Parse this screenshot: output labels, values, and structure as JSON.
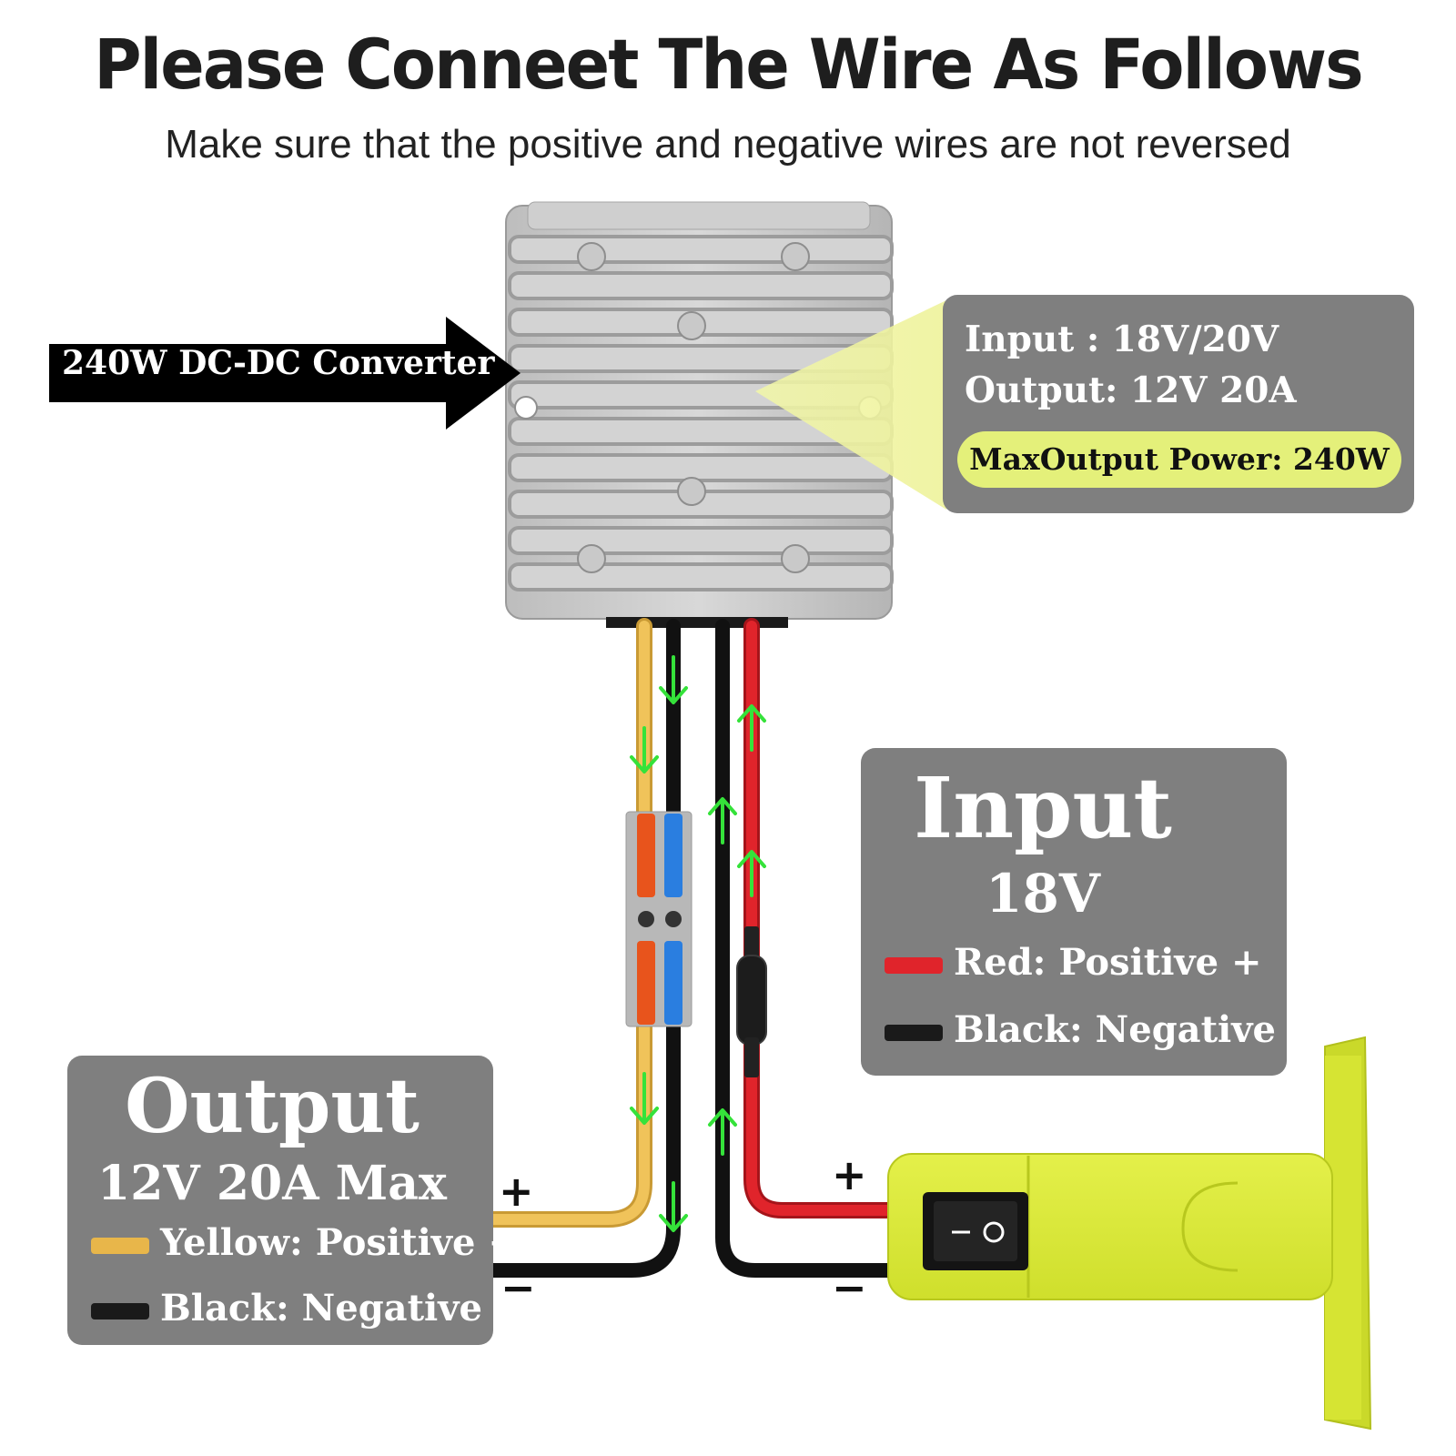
{
  "header": {
    "title": "Please Conneet The Wire As Follows",
    "subtitle": "Make sure that the positive and negative wires are not reversed"
  },
  "converter": {
    "label": "240W DC-DC Converter"
  },
  "spec_panel": {
    "input": "Input : 18V/20V",
    "output": "Output: 12V 20A",
    "max_power": "MaxOutput Power: 240W"
  },
  "input_panel": {
    "title": "Input",
    "voltage": "18V",
    "legend": [
      {
        "label": "Red: Positive +",
        "color": "#e0242b"
      },
      {
        "label": "Black: Negative -",
        "color": "#1a1a1a"
      }
    ]
  },
  "output_panel": {
    "title": "Output",
    "rating": "12V 20A Max",
    "legend": [
      {
        "label": "Yellow: Positive +",
        "color": "#e8b64a"
      },
      {
        "label": "Black: Negative -",
        "color": "#1a1a1a"
      }
    ]
  },
  "terminals": {
    "plus": "+",
    "minus": "−"
  },
  "colors": {
    "panel": "#7f7f7f",
    "highlight": "#e4f07a",
    "adapter": "#dcea3a",
    "flow_arrow": "#35e23a",
    "wire_red": "#e0242b",
    "wire_yellow": "#e8b64a",
    "wire_black": "#1a1a1a",
    "lever_orange": "#e8541c",
    "lever_blue": "#2a7ee0"
  }
}
